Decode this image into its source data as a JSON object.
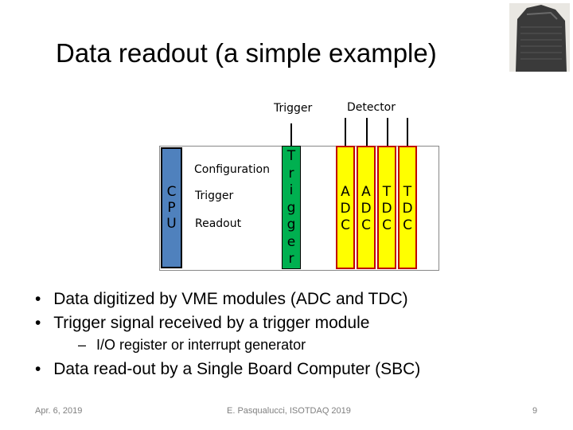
{
  "title": "Data readout (a simple example)",
  "diagram": {
    "trigger_label": "Trigger",
    "detector_label": "Detector",
    "cpu_letters": [
      "C",
      "P",
      "U"
    ],
    "row_labels": [
      "Configuration",
      "Trigger",
      "Readout"
    ],
    "trigger_module_letters": [
      "T",
      "r",
      "i",
      "g",
      "g",
      "e",
      "r"
    ],
    "modules": [
      {
        "letters": [
          "A",
          "D",
          "C"
        ]
      },
      {
        "letters": [
          "A",
          "D",
          "C"
        ]
      },
      {
        "letters": [
          "T",
          "D",
          "C"
        ]
      },
      {
        "letters": [
          "T",
          "D",
          "C"
        ]
      }
    ],
    "colors": {
      "cpu": "#4f81bd",
      "trigger": "#00b050",
      "module_fill": "#ffff00",
      "module_border": "#c00000"
    }
  },
  "bullets": [
    "Data digitized by VME modules (ADC and TDC)",
    "Trigger signal received by a trigger module",
    "Data read-out by a Single Board Computer (SBC)"
  ],
  "subbullet": "I/O register or interrupt generator",
  "footer": {
    "date": "Apr. 6, 2019",
    "author": "E. Pasqualucci, ISOTDAQ 2019",
    "page": "9"
  }
}
